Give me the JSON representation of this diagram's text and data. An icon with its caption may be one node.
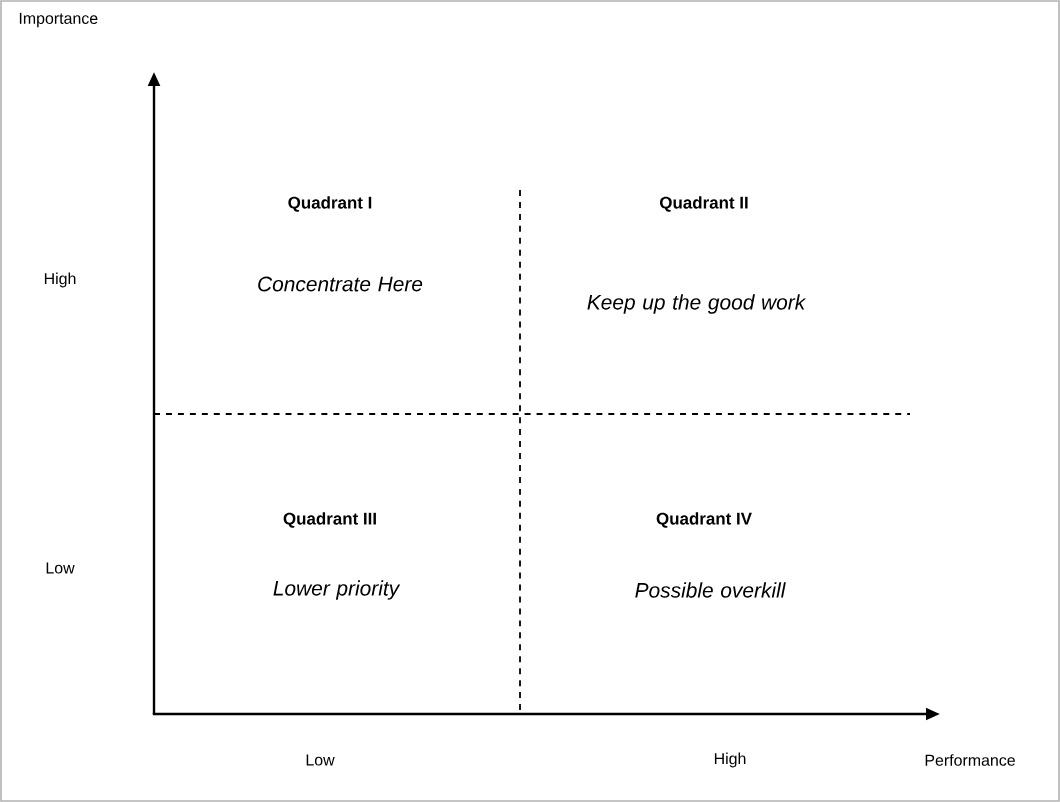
{
  "diagram": {
    "labels": [
      "Importance",
      "Quadrant I",
      "Quadrant II",
      "High",
      "Concentrate Here",
      "Keep up the good work",
      "Low",
      "Quadrant III",
      "Quadrant IV",
      "Lower priority",
      "Possible overkill",
      "Low",
      "High",
      "Performance"
    ]
  }
}
